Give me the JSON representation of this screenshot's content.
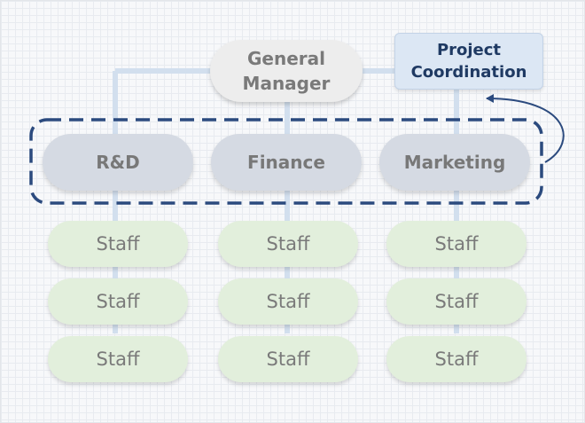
{
  "general_manager": {
    "label_line1": "General",
    "label_line2": "Manager"
  },
  "project_coordination": {
    "label_line1": "Project",
    "label_line2": "Coordination"
  },
  "departments": [
    {
      "label": "R&D"
    },
    {
      "label": "Finance"
    },
    {
      "label": "Marketing"
    }
  ],
  "staff_label": "Staff",
  "colors": {
    "connector": "#d2dfee",
    "dashed_group_border": "#2b4a7e",
    "arrow": "#2b4a7e",
    "general_manager_fill": "#ededed",
    "project_coordination_fill": "#dce7f4",
    "project_coordination_text": "#1f3a63",
    "department_fill": "#d5dae3",
    "staff_fill": "#e2efdc",
    "node_text": "#7a7a7a"
  }
}
